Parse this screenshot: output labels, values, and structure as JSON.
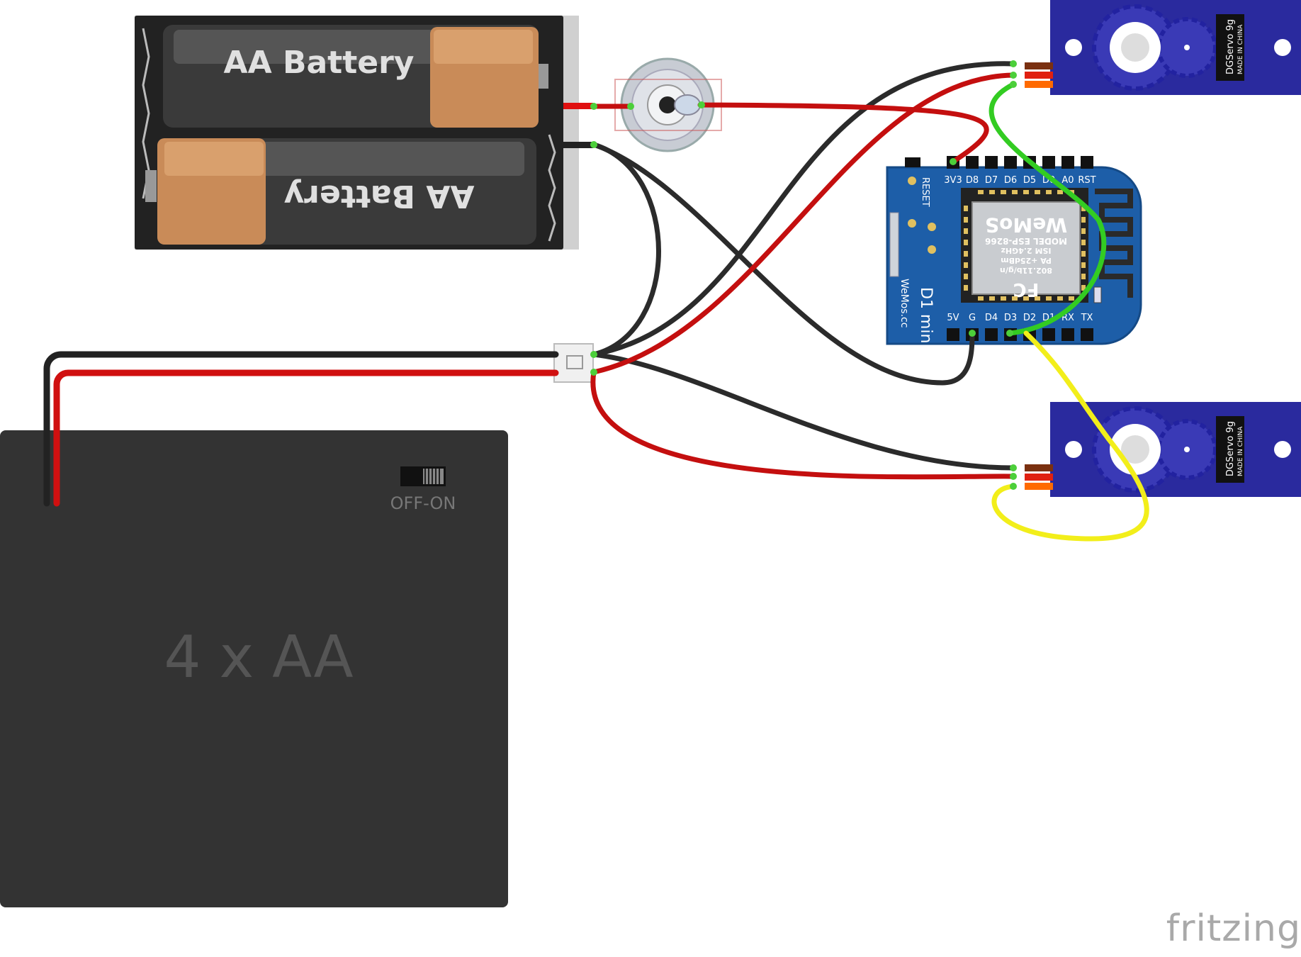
{
  "battery_holder_2aa": {
    "cell_top_label": "AA Battery",
    "cell_bottom_label": "AA Battery"
  },
  "battery_pack_4aa": {
    "label": "4 x AA",
    "switch_label": "OFF-ON"
  },
  "d1_mini": {
    "top_pins": [
      "3V3",
      "D8",
      "D7",
      "D6",
      "D5",
      "D0",
      "A0",
      "RST"
    ],
    "bottom_pins": [
      "5V",
      "G",
      "D4",
      "D3",
      "D2",
      "D1",
      "RX",
      "TX"
    ],
    "reset_label": "RESET",
    "board_name": "D1 mini",
    "board_site": "WeMos.cc",
    "module_model": "MODEL ESP-8266",
    "module_band": "ISM 2.4GHz",
    "module_power": "PA +25dBm",
    "module_std": "802.11b/g/n",
    "module_brand": "WeMoS",
    "fcc_mark": "FC"
  },
  "servo_top": {
    "label": "DGServo 9g",
    "origin": "MADE IN CHINA"
  },
  "servo_bottom": {
    "label": "DGServo 9g",
    "origin": "MADE IN CHINA"
  },
  "footer": {
    "logo": "fritzing"
  },
  "colors": {
    "wire_black": "#2b2b2b",
    "wire_red": "#c40f0f",
    "wire_green": "#33cc22",
    "wire_yellow": "#f2ee1a",
    "board_blue": "#1d5ea8",
    "servo_blue": "#2a2a9e",
    "pack_body": "#333333"
  }
}
